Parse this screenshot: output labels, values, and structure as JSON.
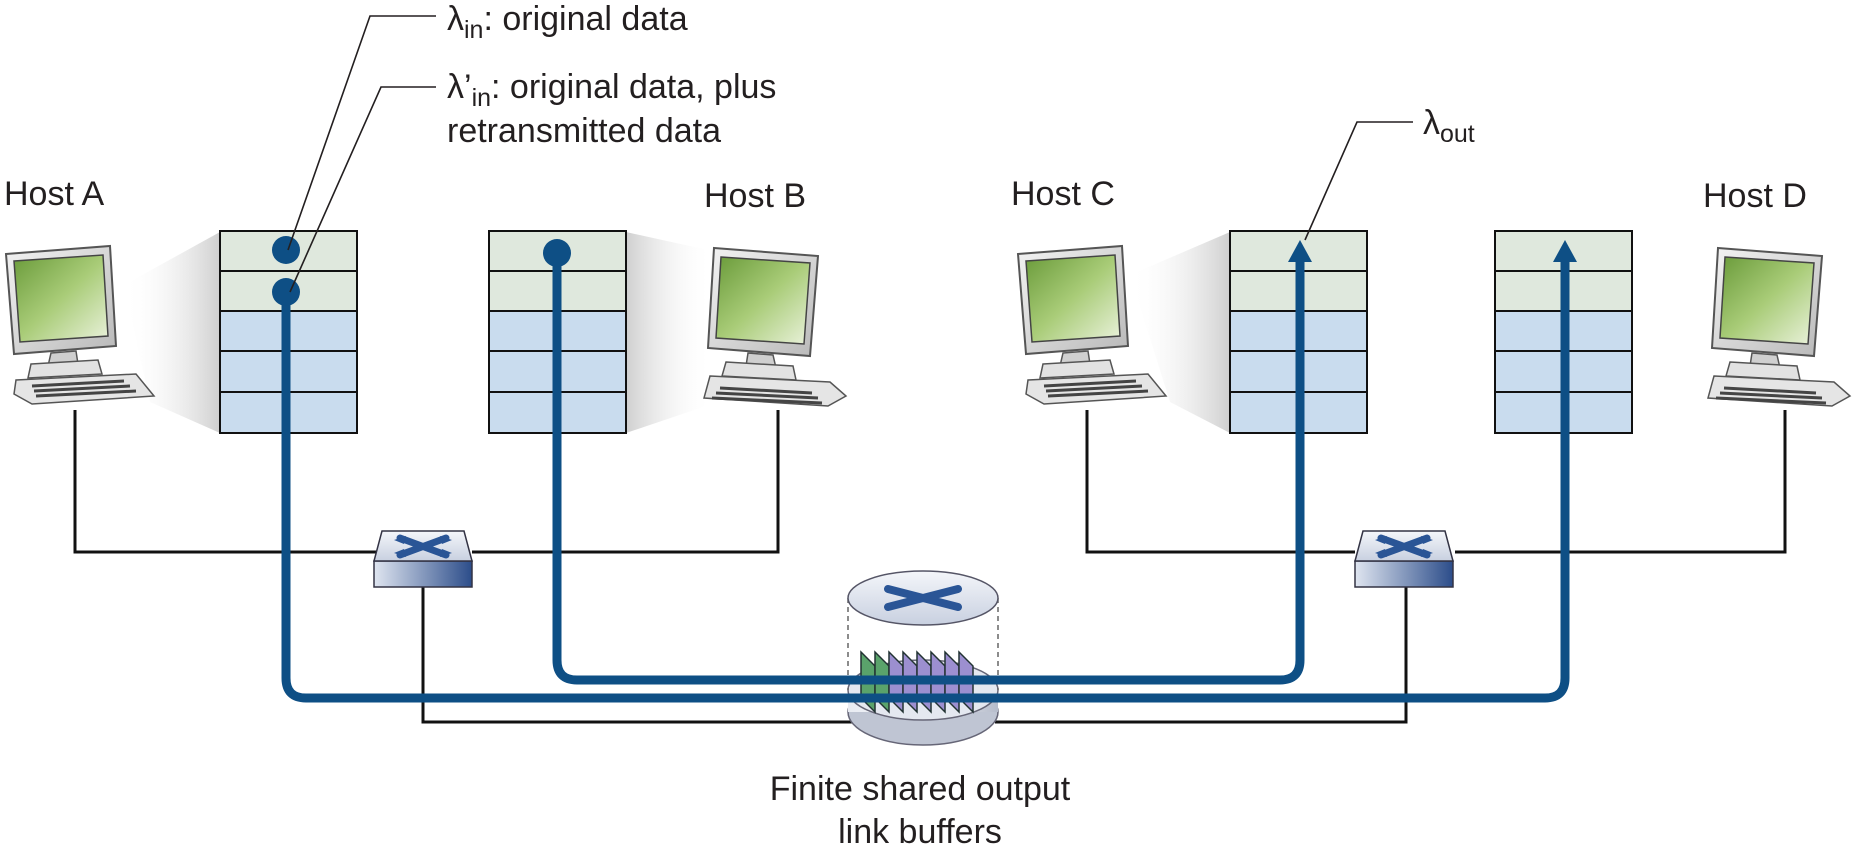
{
  "hosts": {
    "a": "Host A",
    "b": "Host B",
    "c": "Host C",
    "d": "Host D"
  },
  "labels": {
    "lambda_in": {
      "symbol": "λ",
      "sub": "in",
      "rest": ": original data"
    },
    "lambda_in_prime": {
      "symbol": "λ’",
      "sub": "in",
      "rest": ": original data, plus",
      "line2": "retransmitted data"
    },
    "lambda_out": {
      "symbol": "λ",
      "sub": "out"
    },
    "router_caption": [
      "Finite shared output",
      "link buffers"
    ]
  },
  "colors": {
    "flow": "#0e4f85",
    "screen": "#9cc26a",
    "buffer_top": "#dfe8dd",
    "buffer_bottom": "#c9dcee",
    "packet_green": "#5aa36b",
    "packet_purple": "#9c8fd0"
  }
}
